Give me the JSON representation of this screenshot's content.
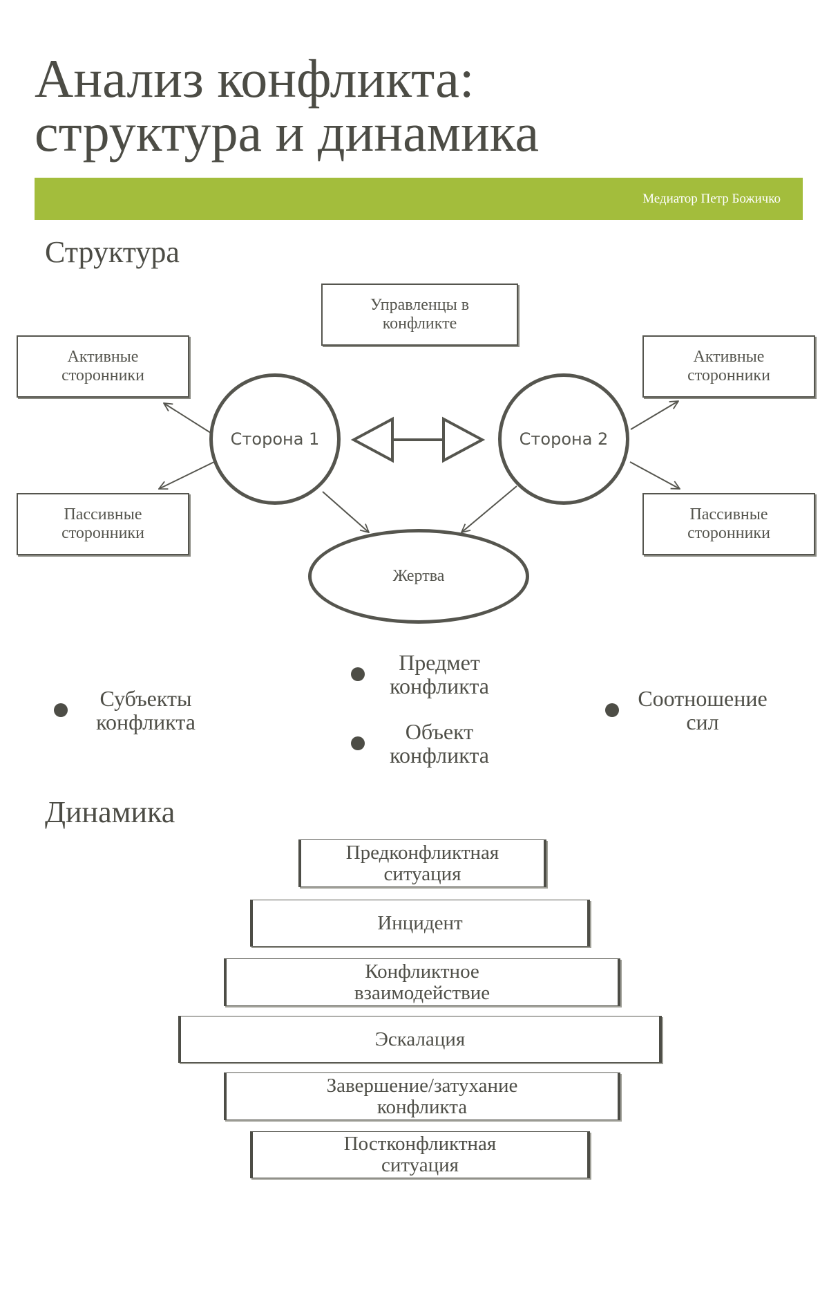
{
  "title": {
    "line1": "Анализ конфликта:",
    "line2": "структура и динамика"
  },
  "banner": {
    "text": "Медиатор Петр Божичко",
    "color": "#a3bd3c"
  },
  "structure": {
    "heading": "Структура",
    "managers": "Управленцы в конфликте",
    "left_active": "Активные сторонники",
    "left_passive": "Пассивные сторонники",
    "right_active": "Активные сторонники",
    "right_passive": "Пассивные сторонники",
    "side1": "Сторона 1",
    "side2": "Сторона 2",
    "victim": "Жертва"
  },
  "aspects": {
    "subjects": "Субъекты конфликта",
    "subject_matter": "Предмет конфликта",
    "object": "Объект конфликта",
    "balance": "Соотношение сил"
  },
  "dynamics": {
    "heading": "Динамика",
    "steps": [
      "Предконфликтная ситуация",
      "Инцидент",
      "Конфликтное взаимодействие",
      "Эскалация",
      "Завершение/затухание конфликта",
      "Постконфликтная ситуация"
    ]
  }
}
